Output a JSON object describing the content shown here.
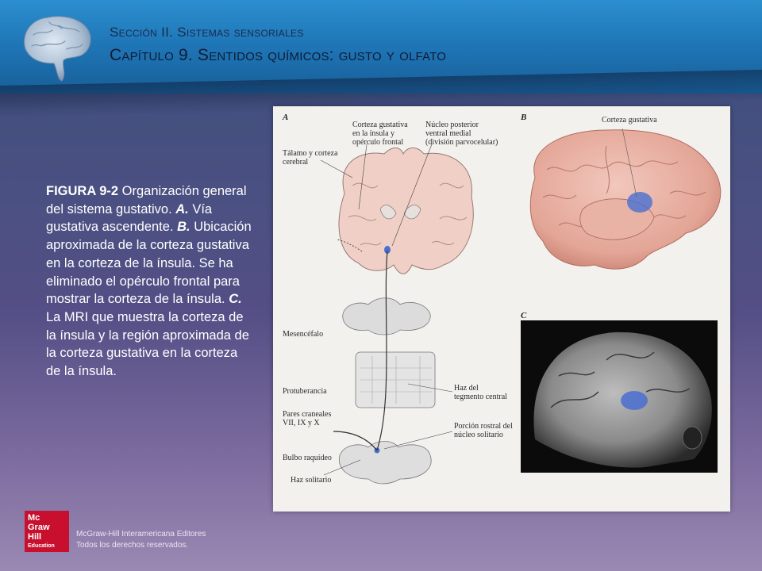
{
  "header": {
    "section": "Sección II. Sistemas sensoriales",
    "chapter": "Capítulo 9. Sentidos químicos: gusto y olfato",
    "logo_icon": "brain-icon"
  },
  "caption": {
    "figure_id": "FIGURA 9-2",
    "text1": " Organización general del sistema gustativo. ",
    "a": "A.",
    "text2": " Vía gustativa ascendente. ",
    "b": "B.",
    "text3": " Ubicación aproximada de la corteza gustativa en la corteza de la ínsula. Se ha eliminado el opérculo frontal para mostrar la corteza de la ínsula. ",
    "c": "C.",
    "text4": " La MRI que muestra la corteza de la ínsula y la región aproximada de la corteza gustativa en la corteza de la ínsula."
  },
  "figure": {
    "panel_a": "A",
    "panel_b": "B",
    "panel_c": "C",
    "labels": {
      "corteza_insula": "Corteza gustativa\nen la ínsula y\nopérculo frontal",
      "nucleo_posterior": "Núcleo posterior\nventral medial\n(división parvocelular)",
      "talamo": "Tálamo y corteza\ncerebral",
      "mesencefalo": "Mesencéfalo",
      "protuberancia": "Protuberancia",
      "haz_tegmento": "Haz del\ntegmento central",
      "pares_craneales": "Pares craneales\nVII, IX y X",
      "porcion_rostral": "Porción rostral del\nnúcleo solitario",
      "bulbo": "Bulbo raquídeo",
      "haz_solitario": "Haz solitario",
      "corteza_gustativa": "Corteza gustativa"
    },
    "highlight_color": "#4a6fd1"
  },
  "footer": {
    "logo_lines": [
      "Mc",
      "Graw",
      "Hill",
      "Education"
    ],
    "publisher": "McGraw-Hill Interamericana Editores",
    "rights": "Todos los derechos reservados."
  }
}
